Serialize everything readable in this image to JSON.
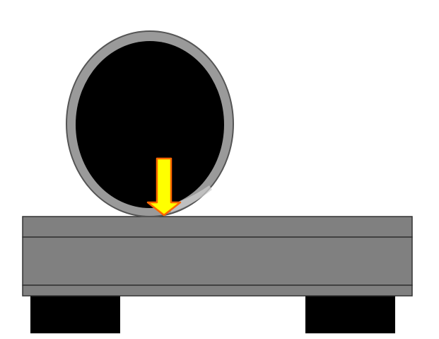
{
  "diagram": {
    "colors": {
      "background": "#ffffff",
      "pipe_wall": "#9a9a9a",
      "pipe_outline": "#555555",
      "pipe_interior": "#000000",
      "table_surface": "#808080",
      "table_outline": "#333333",
      "table_legs": "#000000",
      "arrow_fill": "#ffff00",
      "arrow_outline": "#ff6600"
    },
    "components": [
      {
        "id": "pipe",
        "kind": "ring",
        "description_name": "pipe-cross-section"
      },
      {
        "id": "table",
        "kind": "slab",
        "description_name": "support-table"
      },
      {
        "id": "legs",
        "kind": "blocks",
        "description_name": "table-legs"
      },
      {
        "id": "load_arrow",
        "kind": "arrow",
        "direction": "down",
        "description_name": "load-arrow"
      }
    ]
  }
}
